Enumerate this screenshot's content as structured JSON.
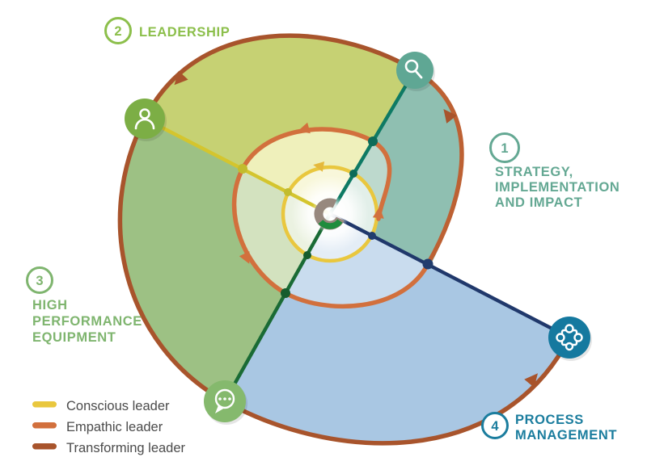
{
  "diagram": {
    "sections": [
      {
        "number": "1",
        "lines": [
          "STRATEGY,",
          "IMPLEMENTATION",
          "AND IMPACT"
        ],
        "color": "#64a893"
      },
      {
        "number": "2",
        "lines": [
          "LEADERSHIP"
        ],
        "color": "#8cbf4b"
      },
      {
        "number": "3",
        "lines": [
          "HIGH",
          "PERFORMANCE",
          "EQUIPMENT"
        ],
        "color": "#7fb56f"
      },
      {
        "number": "4",
        "lines": [
          "PROCESS",
          "MANAGEMENT"
        ],
        "color": "#1b7d9e"
      }
    ],
    "legend": {
      "items": [
        {
          "label": "Conscious leader",
          "color": "#e9c73e"
        },
        {
          "label": "Empathic leader",
          "color": "#d2703d"
        },
        {
          "label": "Transforming leader",
          "color": "#a8542c"
        }
      ],
      "text_color": "#4b4b4b"
    },
    "icons": [
      {
        "name": "search-icon",
        "color": "#5fa794"
      },
      {
        "name": "person-icon",
        "color": "#7cae45"
      },
      {
        "name": "chat-icon",
        "color": "#85b96d"
      },
      {
        "name": "puzzle-icon",
        "color": "#15799f"
      }
    ],
    "colors": {
      "spiral_yellow": "#e9c73e",
      "spiral_orange": "#d2703d",
      "spiral_brown": "#a8542c",
      "line_navy": "#20386b",
      "line_teal": "#0e7a64",
      "line_yellow": "#d4c52e",
      "line_green": "#1a6b35",
      "quad_north_outer": "#c6d173",
      "quad_east_outer": "#8fbfb1",
      "quad_south_outer": "#a9c7e3",
      "quad_west_outer": "#9dc184"
    }
  }
}
